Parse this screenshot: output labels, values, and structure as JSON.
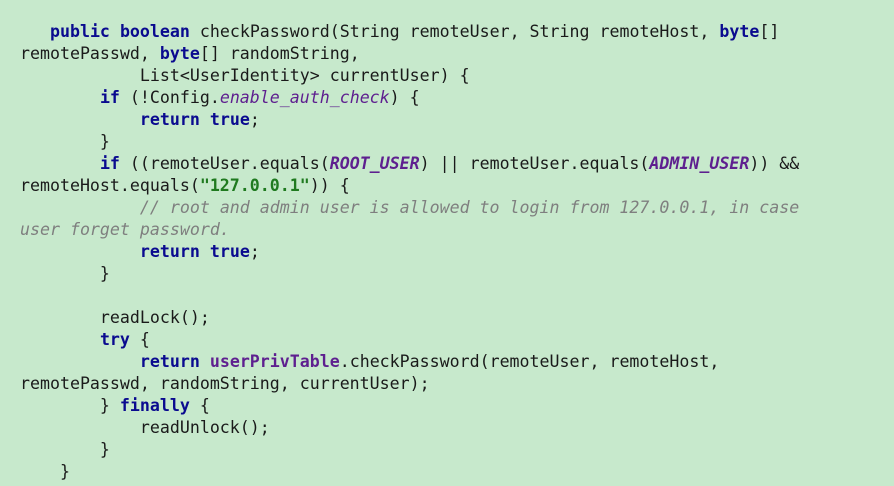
{
  "code": {
    "lines": [
      [
        {
          "t": "   "
        },
        {
          "t": "public",
          "c": "kw"
        },
        {
          "t": " "
        },
        {
          "t": "boolean",
          "c": "kw"
        },
        {
          "t": " checkPassword(String remoteUser, String remoteHost, "
        },
        {
          "t": "byte",
          "c": "kw"
        },
        {
          "t": "[]"
        }
      ],
      [
        {
          "t": "remotePasswd, "
        },
        {
          "t": "byte",
          "c": "kw"
        },
        {
          "t": "[] randomString,"
        }
      ],
      [
        {
          "t": "            List<UserIdentity> currentUser) {"
        }
      ],
      [
        {
          "t": "        "
        },
        {
          "t": "if",
          "c": "kw"
        },
        {
          "t": " (!Config."
        },
        {
          "t": "enable_auth_check",
          "c": "fld"
        },
        {
          "t": ") {"
        }
      ],
      [
        {
          "t": "            "
        },
        {
          "t": "return",
          "c": "kw"
        },
        {
          "t": " "
        },
        {
          "t": "true",
          "c": "kw"
        },
        {
          "t": ";"
        }
      ],
      [
        {
          "t": "        }"
        }
      ],
      [
        {
          "t": "        "
        },
        {
          "t": "if",
          "c": "kw"
        },
        {
          "t": " ((remoteUser.equals("
        },
        {
          "t": "ROOT_USER",
          "c": "const"
        },
        {
          "t": ") || remoteUser.equals("
        },
        {
          "t": "ADMIN_USER",
          "c": "const"
        },
        {
          "t": ")) &&"
        }
      ],
      [
        {
          "t": "remoteHost.equals("
        },
        {
          "t": "\"127.0.0.1\"",
          "c": "str"
        },
        {
          "t": ")) {"
        }
      ],
      [
        {
          "t": "            "
        },
        {
          "t": "// root and admin user is allowed to login from 127.0.0.1, in case",
          "c": "cmt"
        }
      ],
      [
        {
          "t": "user forget password.",
          "c": "cmt"
        }
      ],
      [
        {
          "t": "            "
        },
        {
          "t": "return",
          "c": "kw"
        },
        {
          "t": " "
        },
        {
          "t": "true",
          "c": "kw"
        },
        {
          "t": ";"
        }
      ],
      [
        {
          "t": "        }"
        }
      ],
      [
        {
          "t": ""
        }
      ],
      [
        {
          "t": "        readLock();"
        }
      ],
      [
        {
          "t": "        "
        },
        {
          "t": "try",
          "c": "kw"
        },
        {
          "t": " {"
        }
      ],
      [
        {
          "t": "            "
        },
        {
          "t": "return",
          "c": "kw"
        },
        {
          "t": " "
        },
        {
          "t": "userPrivTable",
          "c": "mbr"
        },
        {
          "t": ".checkPassword(remoteUser, remoteHost,"
        }
      ],
      [
        {
          "t": "remotePasswd, randomString, currentUser);"
        }
      ],
      [
        {
          "t": "        } "
        },
        {
          "t": "finally",
          "c": "kw"
        },
        {
          "t": " {"
        }
      ],
      [
        {
          "t": "            readUnlock();"
        }
      ],
      [
        {
          "t": "        }"
        }
      ],
      [
        {
          "t": "    }"
        }
      ]
    ]
  }
}
